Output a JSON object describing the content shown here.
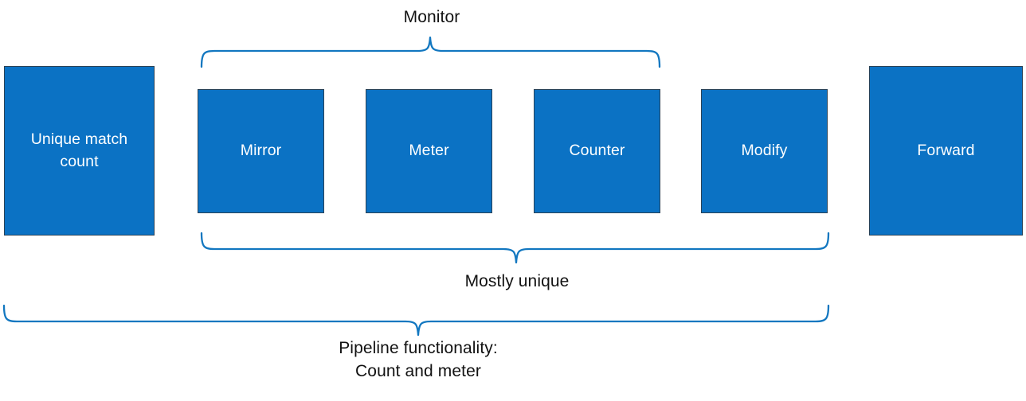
{
  "diagram": {
    "title": "Pipeline functionality: Count and meter",
    "accent_color": "#1277C0",
    "box_fill_color": "#0B72C4",
    "box_border_color": "#2A4257",
    "box_text_color": "#FFFFFF",
    "label_text_color": "#121212",
    "background_color": "#FFFFFF",
    "boxes": [
      {
        "id": "unique-match-count",
        "label": "Unique match\ncount"
      },
      {
        "id": "mirror",
        "label": "Mirror"
      },
      {
        "id": "meter",
        "label": "Meter"
      },
      {
        "id": "counter",
        "label": "Counter"
      },
      {
        "id": "modify",
        "label": "Modify"
      },
      {
        "id": "forward",
        "label": "Forward"
      }
    ],
    "braces": [
      {
        "id": "monitor",
        "label": "Monitor",
        "direction": "up",
        "covers": [
          "mirror",
          "meter",
          "counter",
          "modify"
        ]
      },
      {
        "id": "mostly-unique",
        "label": "Mostly unique",
        "direction": "down",
        "covers": [
          "mirror",
          "meter",
          "counter",
          "modify"
        ]
      },
      {
        "id": "pipeline-functionality",
        "label": "Pipeline functionality:\nCount and meter",
        "direction": "down",
        "covers": [
          "unique-match-count",
          "mirror",
          "meter",
          "counter",
          "modify",
          "forward"
        ]
      }
    ]
  }
}
